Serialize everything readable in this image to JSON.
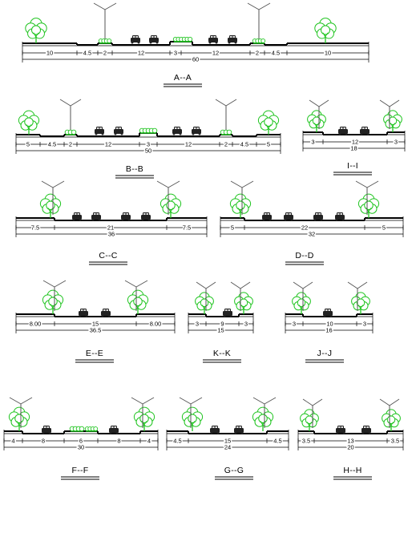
{
  "sections": [
    {
      "id": "A",
      "title": "A--A",
      "total": "60",
      "dims": [
        "10",
        "4.5",
        "2",
        "12",
        "3",
        "12",
        "2",
        "4.5",
        "10"
      ]
    },
    {
      "id": "B",
      "title": "B--B",
      "total": "50",
      "dims": [
        "5",
        "4.5",
        "2",
        "12",
        "3",
        "12",
        "2",
        "4.5",
        "5"
      ]
    },
    {
      "id": "I",
      "title": "I--I",
      "total": "18",
      "dims": [
        "3",
        "12",
        "3"
      ]
    },
    {
      "id": "C",
      "title": "C--C",
      "total": "36",
      "dims": [
        "7.5",
        "21",
        "7.5"
      ]
    },
    {
      "id": "D",
      "title": "D--D",
      "total": "32",
      "dims": [
        "5",
        "22",
        "5"
      ]
    },
    {
      "id": "E",
      "title": "E--E",
      "total": "36.5",
      "dims": [
        "8.00",
        "15",
        "8.00"
      ]
    },
    {
      "id": "K",
      "title": "K--K",
      "total": "15",
      "dims": [
        "3",
        "9",
        "3"
      ]
    },
    {
      "id": "J",
      "title": "J--J",
      "total": "16",
      "dims": [
        "3",
        "10",
        "3"
      ]
    },
    {
      "id": "F",
      "title": "F--F",
      "total": "30",
      "dims": [
        "4",
        "8",
        "6",
        "8",
        "4"
      ]
    },
    {
      "id": "G",
      "title": "G--G",
      "total": "24",
      "dims": [
        "4.5",
        "15",
        "4.5"
      ]
    },
    {
      "id": "H",
      "title": "H--H",
      "total": "20",
      "dims": [
        "3.5",
        "13",
        "3.5"
      ]
    }
  ],
  "colors": {
    "line": "#000000",
    "tree": "#1fc41f",
    "car": "#222222"
  }
}
